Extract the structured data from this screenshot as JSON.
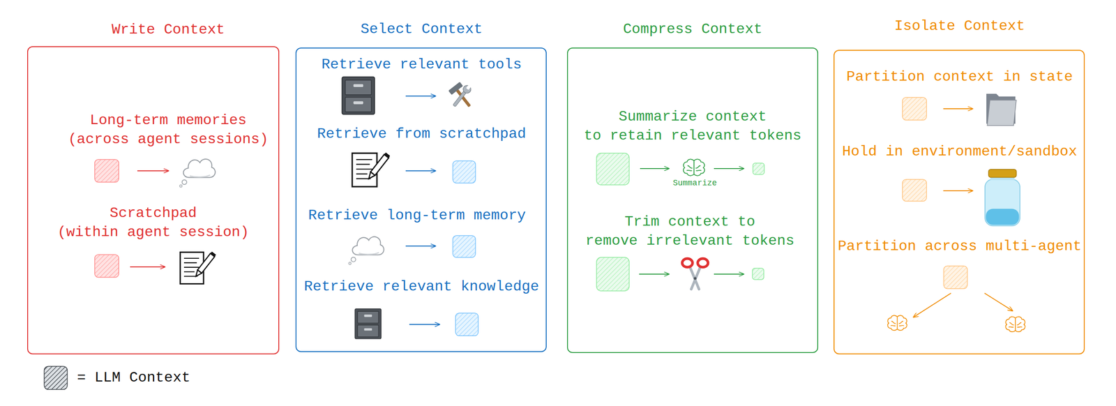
{
  "diagram": {
    "nodes": [
      {
        "text": [
          "Write Context",
          "Long-term memories (across agent sessions)",
          "Scratchpad (within agent session)"
        ]
      },
      {
        "text": [
          "Select Context",
          "Retrieve relevant tools",
          "Retrieve from scratchpad",
          "Retrieve long-term memory",
          "Retrieve relevant knowledge"
        ]
      },
      {
        "text": [
          "Compress Context",
          "Summarize context to retain relevant tokens",
          "Summarize",
          "Trim context to remove irrelevant tokens"
        ]
      },
      {
        "text": [
          "Isolate Context",
          "Partition context in state",
          "Hold in environment/sandbox",
          "Partition across multi-agent"
        ]
      }
    ],
    "legend": [
      {
        "text": "= LLM Context"
      }
    ]
  }
}
